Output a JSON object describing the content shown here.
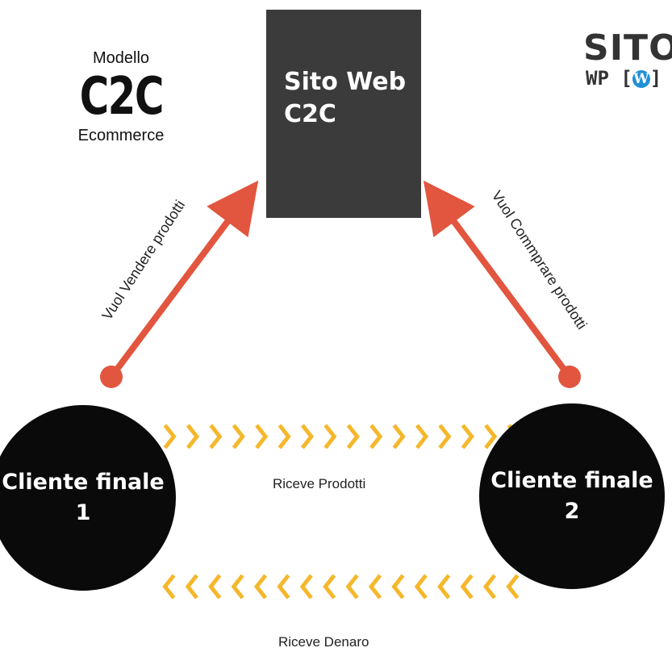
{
  "model": {
    "top": "Modello",
    "big": "C2C",
    "bottom": "Ecommerce"
  },
  "center": {
    "line1": "Sito Web",
    "line2": "C2C"
  },
  "logo": {
    "line1": "SITO",
    "line2_left": "WP [",
    "line2_right": "]",
    "mark": "W"
  },
  "clients": [
    {
      "line1": "Cliente finale",
      "line2": "1"
    },
    {
      "line1": "Cliente finale",
      "line2": "2"
    }
  ],
  "arrows": {
    "sell_label": "Vuol Vendere prodotti",
    "buy_label": "Vuol Commprare prodotti",
    "color": "#e2553f"
  },
  "flows": {
    "products_label": "Riceve Prodotti",
    "money_label": "Riceve Denaro",
    "chevron_color": "#f5b72b",
    "chevron_count": 16
  },
  "colors": {
    "box": "#3b3b3b",
    "circle": "#0a0a0a",
    "wp_blue": "#1f8fd8"
  }
}
